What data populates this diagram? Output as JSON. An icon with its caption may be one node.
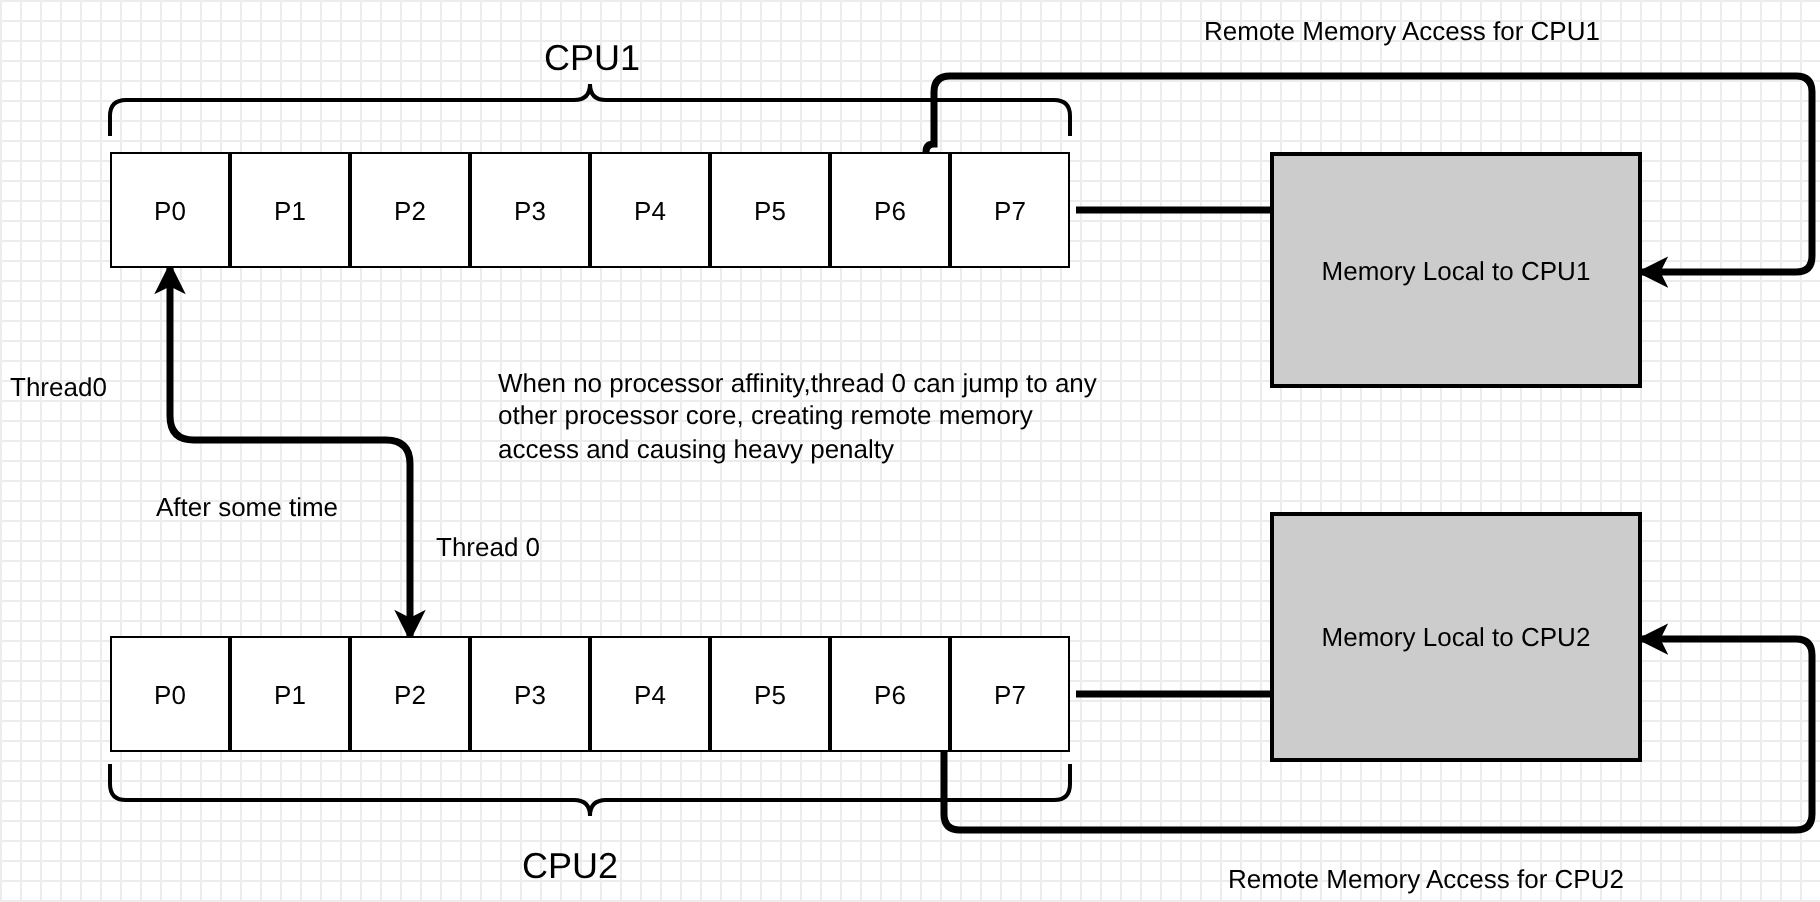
{
  "diagram": {
    "nodes": [
      {
        "text": [
          "P0"
        ]
      },
      {
        "text": [
          "P1"
        ]
      },
      {
        "text": [
          "P2"
        ]
      },
      {
        "text": [
          "P3"
        ]
      },
      {
        "text": [
          "P4"
        ]
      },
      {
        "text": [
          "P5"
        ]
      },
      {
        "text": [
          "P6"
        ]
      },
      {
        "text": [
          "P7"
        ]
      },
      {
        "text": [
          "P0"
        ]
      },
      {
        "text": [
          "P1"
        ]
      },
      {
        "text": [
          "P2"
        ]
      },
      {
        "text": [
          "P3"
        ]
      },
      {
        "text": [
          "P4"
        ]
      },
      {
        "text": [
          "P5"
        ]
      },
      {
        "text": [
          "P6"
        ]
      },
      {
        "text": [
          "P7"
        ]
      },
      {
        "text": [
          "Memory Local to CPU1"
        ]
      },
      {
        "text": [
          "Memory Local to CPU2"
        ]
      }
    ],
    "edges": [
      {
        "from": 0,
        "to": 10,
        "arrow": "both"
      },
      {
        "from": 7,
        "to": 16,
        "arrow": "none"
      },
      {
        "from": 15,
        "to": 17,
        "arrow": "none"
      },
      {
        "from": 6,
        "to": 16,
        "arrow": "to",
        "label": "Remote Memory Access for CPU1"
      },
      {
        "from": 14,
        "to": 17,
        "arrow": "to",
        "label": "Remote Memory Access for CPU2"
      }
    ],
    "labels": [
      "CPU1",
      "Thread0",
      "When no processor affinity,thread 0 can jump to any other processor core, creating remote memory access and causing heavy penalty",
      "After some time",
      "Thread 0",
      "CPU2"
    ]
  }
}
